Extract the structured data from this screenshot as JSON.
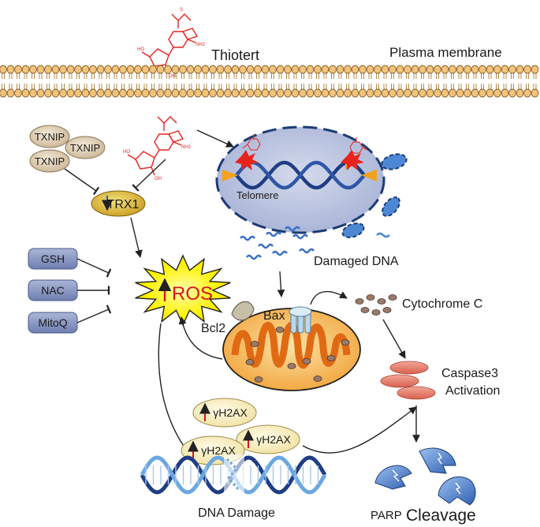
{
  "labels": {
    "drug": "Thiotert",
    "membrane": "Plasma membrane",
    "txnip": "TXNIP",
    "trx1": "TRX1",
    "telomere": "Telomere",
    "damaged_dna": "Damaged DNA",
    "gsh": "GSH",
    "nac": "NAC",
    "mitoq": "MitoQ",
    "ros": "ROS",
    "bcl2": "Bcl2",
    "bax": "Bax",
    "cytochrome": "Cytochrome C",
    "caspase_line1": "Caspase3",
    "caspase_line2": "Activation",
    "h2ax": "γH2AX",
    "dna_damage": "DNA Damage",
    "parp_a": "PARP",
    "parp_b": "Cleavage"
  },
  "molecule_labels": {
    "ho": "HO",
    "oh": "OH",
    "nh2": "NH2",
    "n": "N",
    "s": "S"
  },
  "colors": {
    "drug_red": "#e8231d",
    "membrane_head": "#f2c37c",
    "nucleus_fill": "#b9c3de",
    "nucleus_border": "#1d3b73",
    "dna_blue": "#1f3d84",
    "mito_orange": "#f5a12b",
    "ros_yellow": "#fff200",
    "caspase": "#e8806e",
    "h2ax_fill": "#fbf2c8",
    "inhibitor_fill": "#8a98c2",
    "parp_blue": "#3f74c8",
    "up_arrow": "#d9161c",
    "down_arrow": "#1f5fb7"
  }
}
